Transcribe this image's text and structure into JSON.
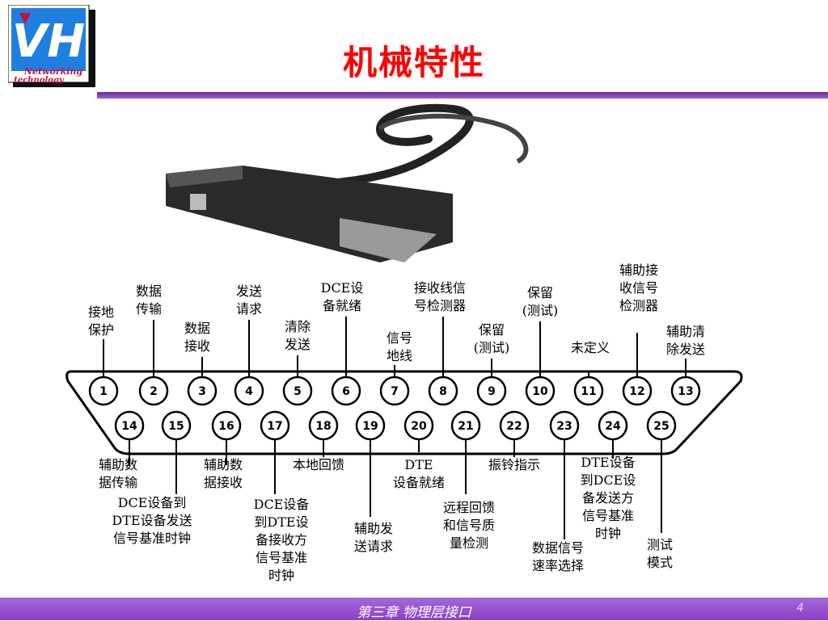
{
  "slide": {
    "title": "机械特性",
    "logo": {
      "letters": "VH",
      "line1": "Networking",
      "line2": "technology"
    },
    "footer": "第三章  物理层接口",
    "page_number": "4"
  },
  "colors": {
    "title": "#ff0000",
    "rule": "#7b3fb8",
    "footer_bg": "#9a52d4",
    "logo_blue": "#1f7fe0"
  },
  "pins_top": [
    "1",
    "2",
    "3",
    "4",
    "5",
    "6",
    "7",
    "8",
    "9",
    "10",
    "11",
    "12",
    "13"
  ],
  "pins_bottom": [
    "14",
    "15",
    "16",
    "17",
    "18",
    "19",
    "20",
    "21",
    "22",
    "23",
    "24",
    "25"
  ],
  "labels": {
    "p1": [
      "接地",
      "保护"
    ],
    "p2": [
      "数据",
      "传输"
    ],
    "p3": [
      "数据",
      "接收"
    ],
    "p4": [
      "发送",
      "请求"
    ],
    "p5": [
      "清除",
      "发送"
    ],
    "p6": [
      "DCE设",
      "备就绪"
    ],
    "p7": [
      "信号",
      "地线"
    ],
    "p8": [
      "接收线信",
      "号检测器"
    ],
    "p9": [
      "保留",
      "(测试)"
    ],
    "p10": [
      "保留",
      "(测试)"
    ],
    "p11": [
      "未定义"
    ],
    "p12": [
      "辅助接",
      "收信号",
      "检测器"
    ],
    "p13": [
      "辅助清",
      "除发送"
    ],
    "p14": [
      "辅助数",
      "据传输"
    ],
    "p15": [
      "DCE设备到",
      "DTE设备发送",
      "信号基准时钟"
    ],
    "p16": [
      "辅助数",
      "据接收"
    ],
    "p17": [
      "DCE设备",
      "到DTE设",
      "备接收方",
      "信号基准",
      "时钟"
    ],
    "p18": [
      "本地回馈"
    ],
    "p19": [
      "辅助发",
      "送请求"
    ],
    "p20": [
      "DTE",
      "设备就绪"
    ],
    "p21": [
      "远程回馈",
      "和信号质",
      "量检测"
    ],
    "p22": [
      "振铃指示"
    ],
    "p23": [
      "数据信号",
      "速率选择"
    ],
    "p24": [
      "DTE设备",
      "到DCE设",
      "备发送方",
      "信号基准",
      "时钟"
    ],
    "p25": [
      "测试",
      "模式"
    ]
  }
}
